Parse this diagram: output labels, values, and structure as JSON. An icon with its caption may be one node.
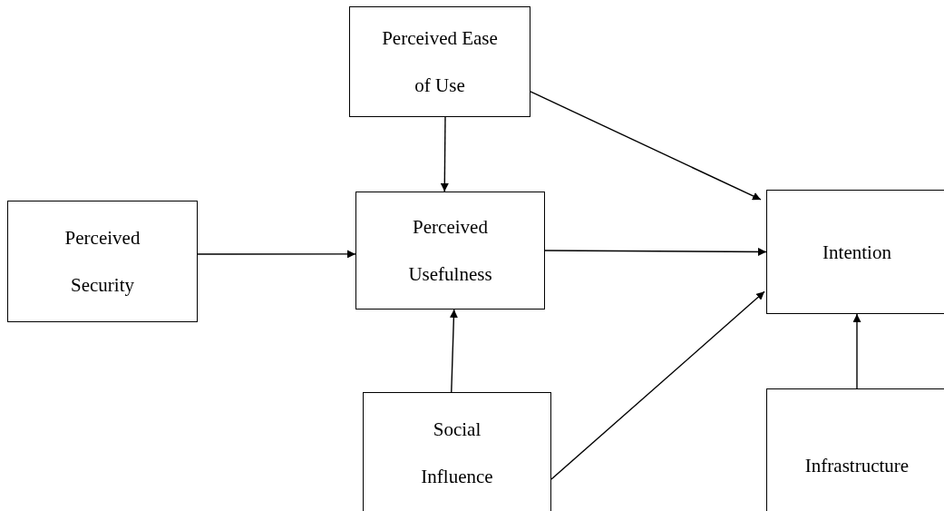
{
  "diagram": {
    "nodes": [
      {
        "text": [
          "Perceived Ease of Use"
        ]
      },
      {
        "text": [
          "Perceived Security"
        ]
      },
      {
        "text": [
          "Perceived Usefulness"
        ]
      },
      {
        "text": [
          "Intention"
        ]
      },
      {
        "text": [
          "Social Influence"
        ]
      },
      {
        "text": [
          "Infrastructure"
        ]
      }
    ],
    "edges": [
      {
        "from": 0,
        "to": 2,
        "arrow": "to"
      },
      {
        "from": 0,
        "to": 3,
        "arrow": "to"
      },
      {
        "from": 1,
        "to": 2,
        "arrow": "to"
      },
      {
        "from": 2,
        "to": 3,
        "arrow": "to"
      },
      {
        "from": 4,
        "to": 2,
        "arrow": "to"
      },
      {
        "from": 4,
        "to": 3,
        "arrow": "to"
      },
      {
        "from": 5,
        "to": 3,
        "arrow": "to"
      }
    ]
  }
}
